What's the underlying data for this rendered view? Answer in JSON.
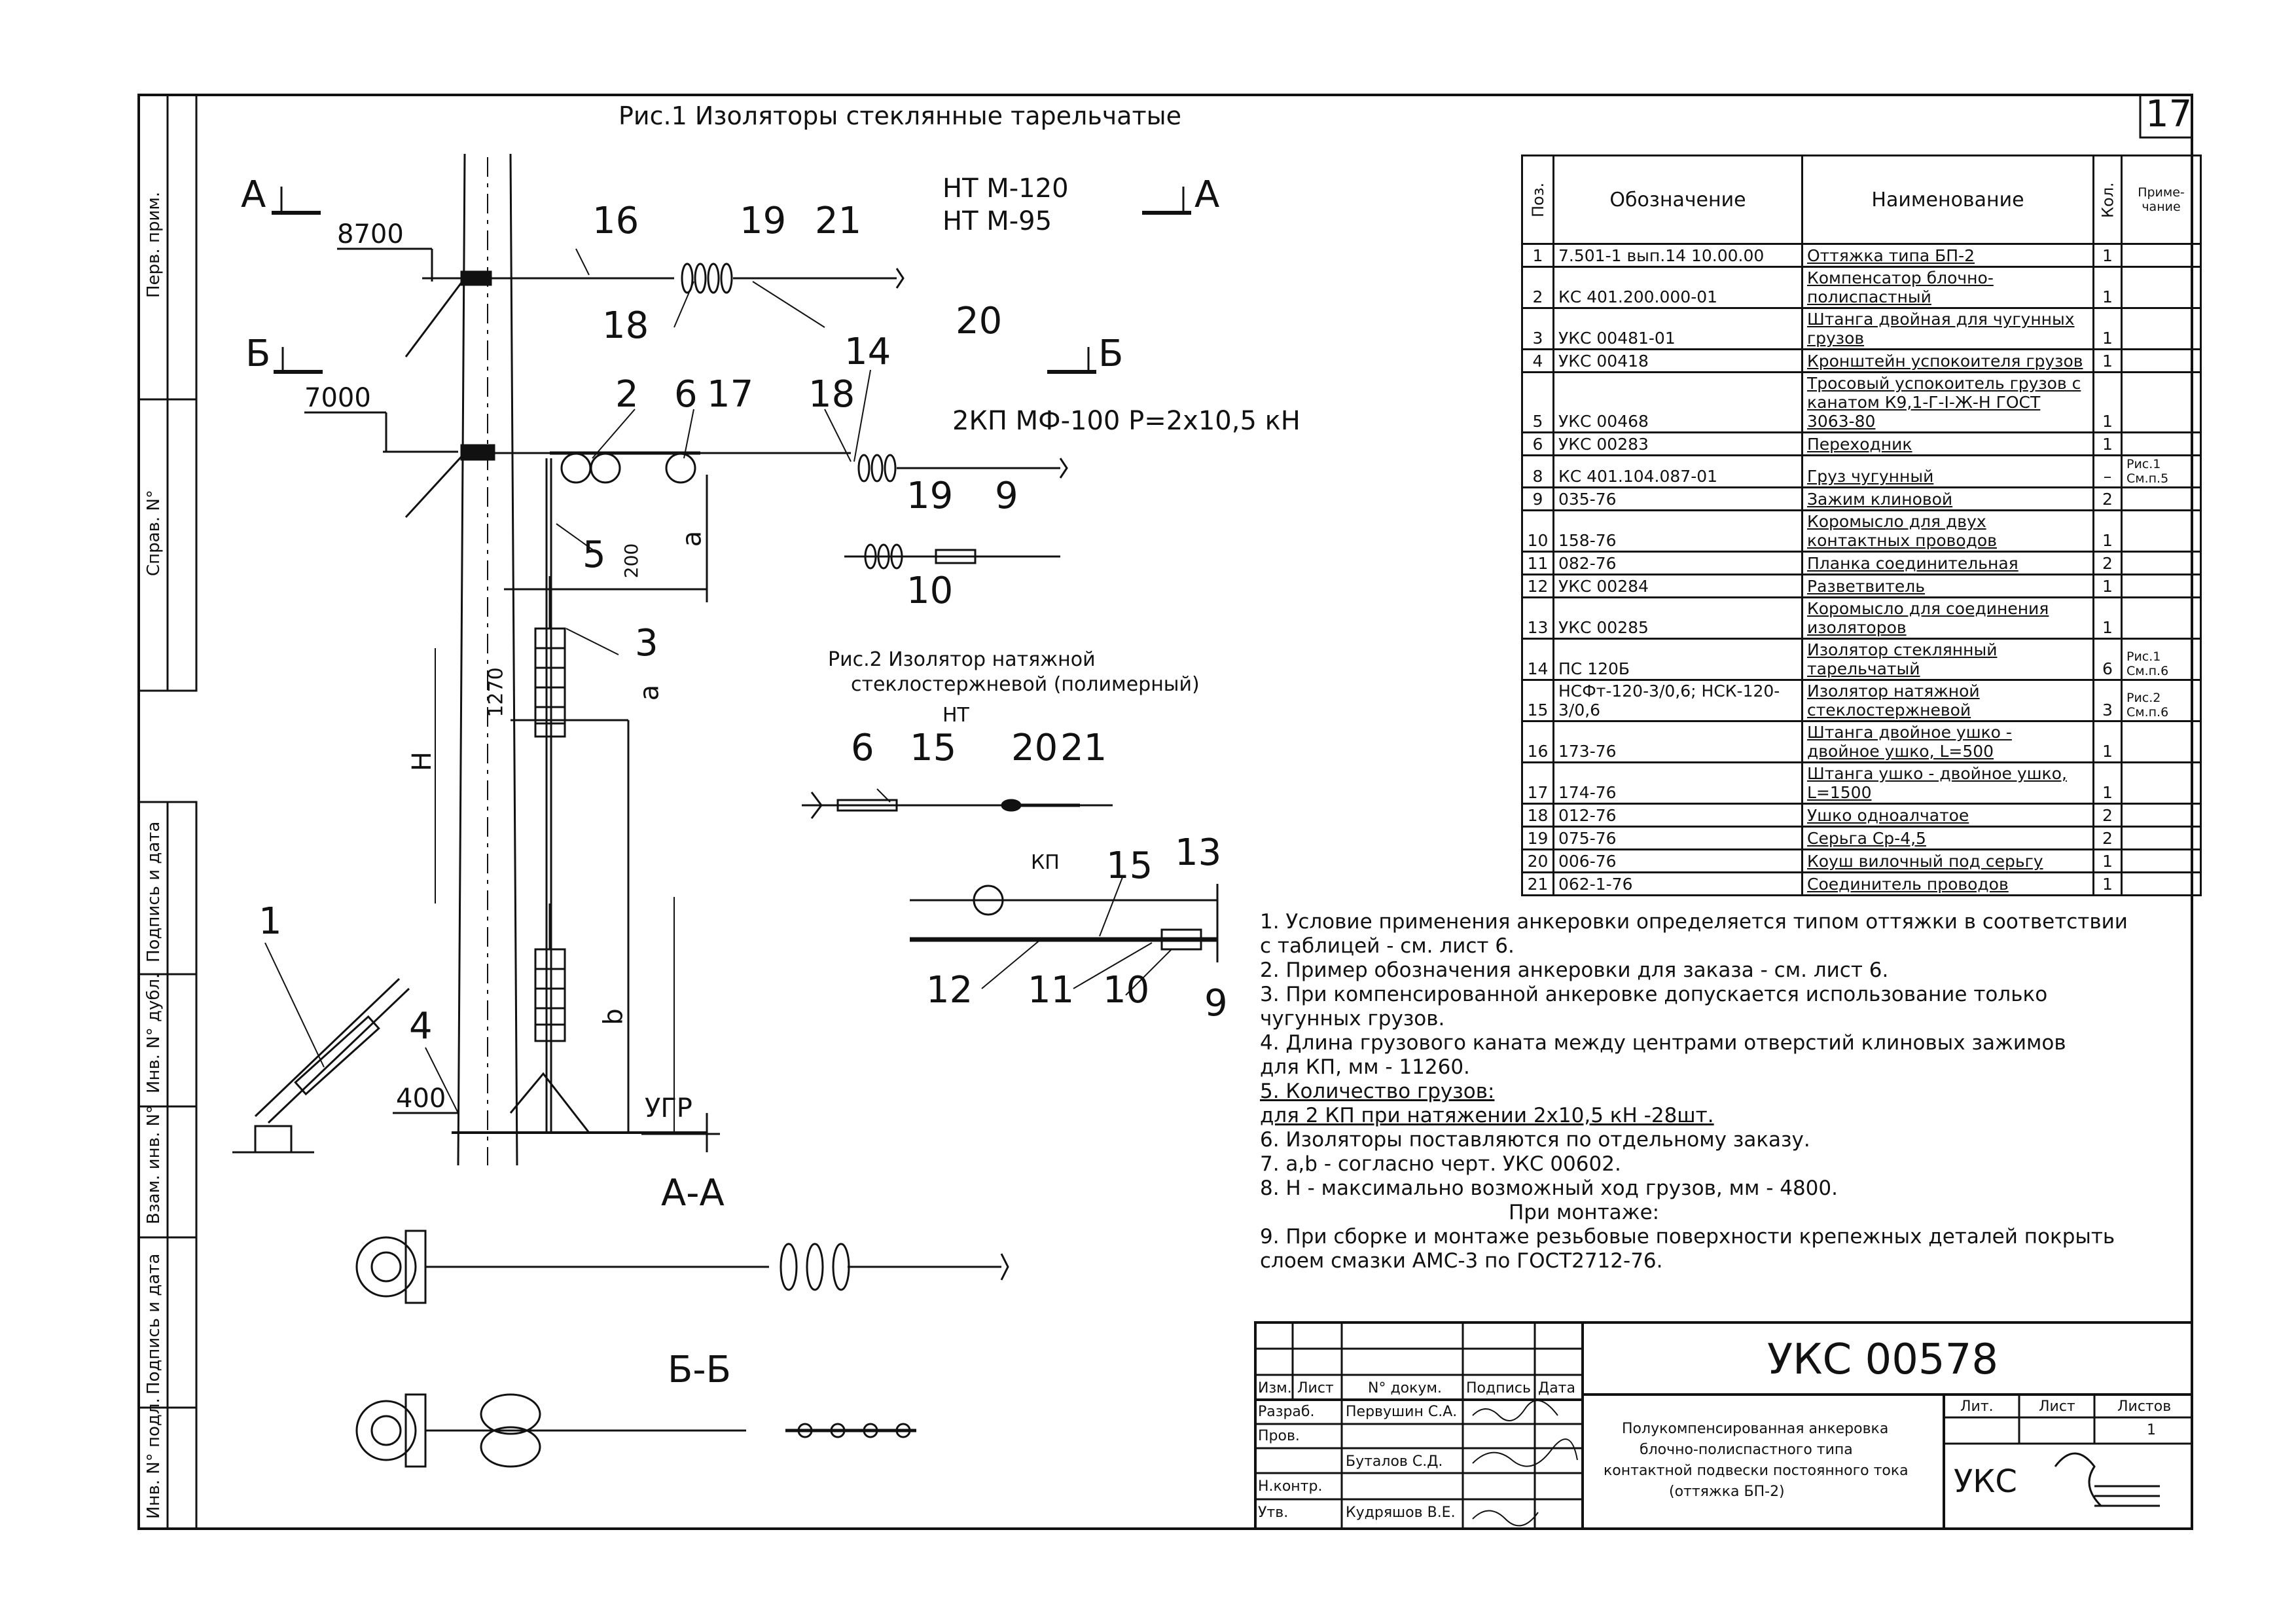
{
  "sheet_number": "17",
  "figure1_title": "Рис.1 Изоляторы стеклянные тарельчатые",
  "figure2_title_line1": "Рис.2 Изолятор натяжной",
  "figure2_title_line2": "стеклостержневой (полимерный)",
  "insulator_types": [
    "НТ М-120",
    "НТ М-95"
  ],
  "section_labels": {
    "a_left": "А",
    "a_right": "А",
    "b_left": "Б",
    "b_right": "Б",
    "aa": "А-А",
    "bb": "Б-Б"
  },
  "dimensions": {
    "d8700": "8700",
    "d7000": "7000",
    "d400": "400",
    "d200": "200",
    "d1270": "1270",
    "a": "а",
    "b": "b",
    "H": "Н",
    "ugr": "УГР"
  },
  "wire_label": "2КП МФ-100 Р=2х10,5 кН",
  "fig2_labels": {
    "nt": "НТ",
    "kp": "КП"
  },
  "callouts": [
    "16",
    "19",
    "21",
    "18",
    "20",
    "14",
    "2",
    "6",
    "17",
    "18",
    "19",
    "9",
    "10",
    "5",
    "3",
    "1",
    "4",
    "6",
    "15",
    "20",
    "21",
    "15",
    "13",
    "12",
    "11",
    "10",
    "9"
  ],
  "spec_table": {
    "headers": {
      "pos": "Поз.",
      "designation": "Обозначение",
      "name": "Наименование",
      "qty": "Кол.",
      "note": "Приме-чание"
    },
    "rows": [
      {
        "pos": "1",
        "designation": "7.501-1 вып.14 10.00.00",
        "name": "Оттяжка типа БП-2",
        "qty": "1",
        "note": ""
      },
      {
        "pos": "2",
        "designation": "КС 401.200.000-01",
        "name": "Компенсатор блочно-полиспастный",
        "qty": "1",
        "note": ""
      },
      {
        "pos": "3",
        "designation": "УКС 00481-01",
        "name": "Штанга двойная для чугунных грузов",
        "qty": "1",
        "note": ""
      },
      {
        "pos": "4",
        "designation": "УКС 00418",
        "name": "Кронштейн успокоителя грузов",
        "qty": "1",
        "note": ""
      },
      {
        "pos": "5",
        "designation": "УКС 00468",
        "name": "Тросовый успокоитель грузов с канатом К9,1-Г-I-Ж-Н ГОСТ 3063-80",
        "qty": "1",
        "note": ""
      },
      {
        "pos": "6",
        "designation": "УКС 00283",
        "name": "Переходник",
        "qty": "1",
        "note": ""
      },
      {
        "pos": "8",
        "designation": "КС 401.104.087-01",
        "name": "Груз чугунный",
        "qty": "–",
        "note": "Рис.1 См.п.5"
      },
      {
        "pos": "9",
        "designation": "035-76",
        "name": "Зажим клиновой",
        "qty": "2",
        "note": ""
      },
      {
        "pos": "10",
        "designation": "158-76",
        "name": "Коромысло для двух контактных проводов",
        "qty": "1",
        "note": ""
      },
      {
        "pos": "11",
        "designation": "082-76",
        "name": "Планка соединительная",
        "qty": "2",
        "note": ""
      },
      {
        "pos": "12",
        "designation": "УКС 00284",
        "name": "Разветвитель",
        "qty": "1",
        "note": ""
      },
      {
        "pos": "13",
        "designation": "УКС 00285",
        "name": "Коромысло для соединения изоляторов",
        "qty": "1",
        "note": ""
      },
      {
        "pos": "14",
        "designation": "ПС 120Б",
        "name": "Изолятор стеклянный тарельчатый",
        "qty": "6",
        "note": "Рис.1 См.п.6"
      },
      {
        "pos": "15",
        "designation": "НСФт-120-3/0,6; НСК-120-3/0,6",
        "name": "Изолятор натяжной стеклостержневой",
        "qty": "3",
        "note": "Рис.2 См.п.6"
      },
      {
        "pos": "16",
        "designation": "173-76",
        "name": "Штанга двойное ушко - двойное ушко, L=500",
        "qty": "1",
        "note": ""
      },
      {
        "pos": "17",
        "designation": "174-76",
        "name": "Штанга ушко - двойное ушко, L=1500",
        "qty": "1",
        "note": ""
      },
      {
        "pos": "18",
        "designation": "012-76",
        "name": "Ушко одноалчатое",
        "qty": "2",
        "note": ""
      },
      {
        "pos": "19",
        "designation": "075-76",
        "name": "Серьга Ср-4,5",
        "qty": "2",
        "note": ""
      },
      {
        "pos": "20",
        "designation": "006-76",
        "name": "Коуш вилочный под серьгу",
        "qty": "1",
        "note": ""
      },
      {
        "pos": "21",
        "designation": "062-1-76",
        "name": "Соединитель проводов",
        "qty": "1",
        "note": ""
      }
    ]
  },
  "notes": [
    "1. Условие применения анкеровки определяется типом оттяжки в соответствии",
    "с таблицей - см. лист 6.",
    "2. Пример обозначения анкеровки для заказа - см. лист 6.",
    "3. При компенсированной анкеровке допускается использование только",
    "чугунных грузов.",
    "4. Длина грузового каната между центрами отверстий клиновых зажимов",
    "для КП, мм - 11260.",
    "5. Количество грузов:",
    "для 2 КП при натяжении 2х10,5 кН -28шт.",
    "6. Изоляторы поставляются по отдельному заказу.",
    "7. а,b - согласно черт. УКС 00602.",
    "8. Н - максимально возможный ход грузов, мм - 4800.",
    "При монтаже:",
    "9. При сборке и монтаже резьбовые поверхности крепежных деталей покрыть",
    "слоем смазки АМС-3 по ГОСТ2712-76."
  ],
  "side_labels": [
    "Перв. прим.",
    "Справ. N°",
    "Подпись и дата",
    "Инв. N° дубл.",
    "Взам. инв. N°",
    "Подпись и дата",
    "Инв. N° подл."
  ],
  "title_block": {
    "drawing_number": "УКС 00578",
    "title_line1": "Полукомпенсированная анкеровка",
    "title_line2": "блочно-полиспастного типа",
    "title_line3": "контактной подвески постоянного тока",
    "title_line4": "(оттяжка БП-2)",
    "col_headers": {
      "izm": "Изм.",
      "list": "Лист",
      "doc": "N° докум.",
      "sign": "Подпись",
      "date": "Дата"
    },
    "roles": [
      "Разраб.",
      "Пров.",
      "",
      "Н.контр.",
      "Утв."
    ],
    "people": [
      "Первушин С.А.",
      "",
      "Буталов С.Д.",
      "",
      "Кудряшов В.Е."
    ],
    "lit_header": "Лит.",
    "sheet_header": "Лист",
    "sheets_header": "Листов",
    "sheets_value": "1",
    "org": "УКС"
  }
}
